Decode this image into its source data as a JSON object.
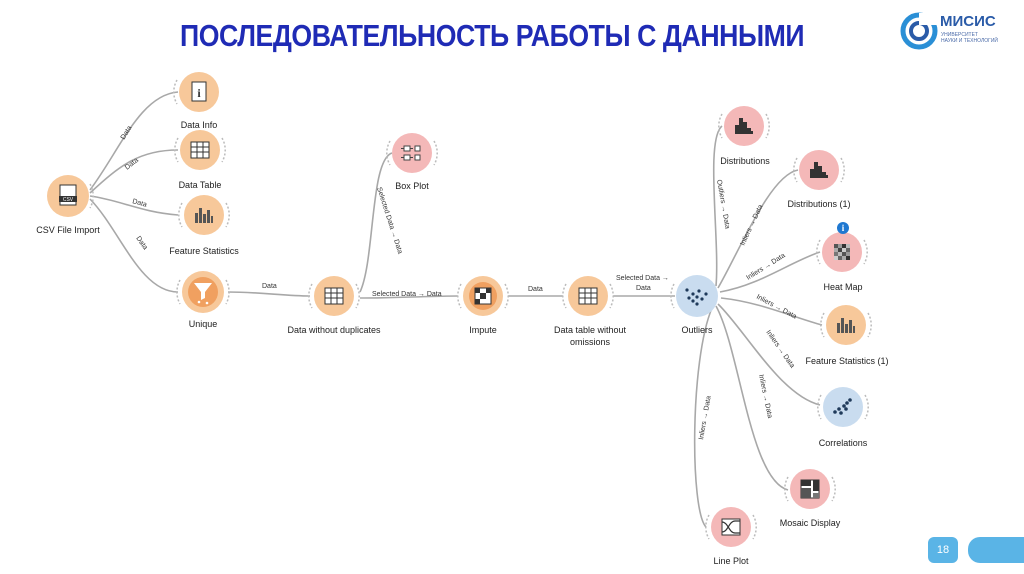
{
  "title": "ПОСЛЕДОВАТЕЛЬНОСТЬ РАБОТЫ С ДАННЫМИ",
  "logo": {
    "name": "МИСИС",
    "sub_line1": "УНИВЕРСИТЕТ",
    "sub_line2": "НАУКИ И ТЕХНОЛОГИЙ"
  },
  "page_number": "18",
  "colors": {
    "title": "#1f2bb5",
    "orange": "#f7c89a",
    "orange_dark": "#f0a060",
    "pink": "#f4b8b8",
    "blue": "#c9dcef",
    "accent": "#5ab4e6"
  },
  "nodes": {
    "csv": {
      "label": "CSV File Import",
      "icon": "csv-file-icon"
    },
    "data_info": {
      "label": "Data Info",
      "icon": "info-icon"
    },
    "data_table": {
      "label": "Data Table",
      "icon": "table-icon"
    },
    "feature_stats": {
      "label": "Feature Statistics",
      "icon": "bar-chart-icon"
    },
    "unique": {
      "label": "Unique",
      "icon": "funnel-icon"
    },
    "no_dup": {
      "label": "Data without duplicates",
      "icon": "table-icon"
    },
    "box_plot": {
      "label": "Box Plot",
      "icon": "box-plot-icon"
    },
    "impute": {
      "label": "Impute",
      "icon": "impute-icon"
    },
    "no_omit_1": {
      "label": "Data table without",
      "label2": "omissions",
      "icon": "table-icon"
    },
    "outliers": {
      "label": "Outliers",
      "icon": "scatter-icon"
    },
    "distributions": {
      "label": "Distributions",
      "icon": "histogram-icon"
    },
    "distributions1": {
      "label": "Distributions (1)",
      "icon": "histogram-icon"
    },
    "heat_map": {
      "label": "Heat Map",
      "icon": "heatmap-icon"
    },
    "feature_stats1": {
      "label": "Feature Statistics (1)",
      "icon": "bar-chart-icon"
    },
    "correlations": {
      "label": "Correlations",
      "icon": "scatter-icon"
    },
    "mosaic": {
      "label": "Mosaic Display",
      "icon": "mosaic-icon"
    },
    "line_plot": {
      "label": "Line Plot",
      "icon": "line-plot-icon"
    }
  },
  "edges": {
    "data": "Data",
    "sel_data": "Selected Data → Data",
    "sel_data_top": "Selected Data →",
    "sel_data_bottom": "Data",
    "outliers_data": "Outliers → Data",
    "inliers_data": "Inliers → Data"
  },
  "info_badge": "i"
}
